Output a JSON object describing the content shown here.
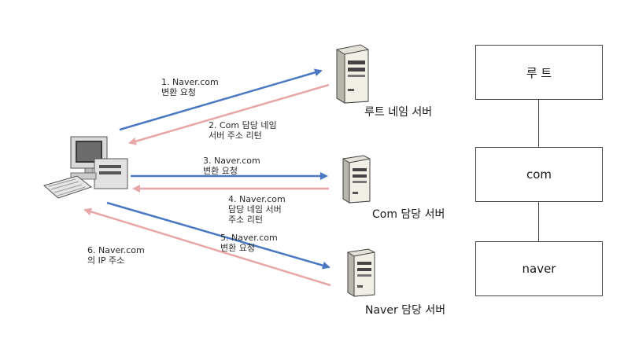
{
  "colors": {
    "request_arrow": "#4a78c2",
    "response_arrow": "#e8a6a6",
    "box_border": "#444444"
  },
  "client": {
    "icon": "desktop-computer-icon"
  },
  "servers": {
    "root": {
      "name": "루트 네임 서버",
      "icon": "server-tower-icon"
    },
    "com": {
      "name": "Com 담당 서버",
      "icon": "server-tower-icon"
    },
    "naver": {
      "name": "Naver 담당 서버",
      "icon": "server-tower-icon"
    }
  },
  "steps": [
    {
      "id": "1",
      "text": "1. Naver.com\n변환 요청",
      "direction": "request"
    },
    {
      "id": "2",
      "text": "2. Com 담당 네임\n서버 주소 리턴",
      "direction": "response"
    },
    {
      "id": "3",
      "text": "3. Naver.com\n변환 요청",
      "direction": "request"
    },
    {
      "id": "4",
      "text": "4. Naver.com\n담당 네임 서버\n주소 리턴",
      "direction": "response"
    },
    {
      "id": "5",
      "text": "5. Naver.com\n변환 요청",
      "direction": "request"
    },
    {
      "id": "6",
      "text": "6. Naver.com\n의 IP 주소",
      "direction": "response"
    }
  ],
  "hierarchy": {
    "nodes": [
      {
        "label": "루 트"
      },
      {
        "label": "com"
      },
      {
        "label": "naver"
      }
    ]
  }
}
